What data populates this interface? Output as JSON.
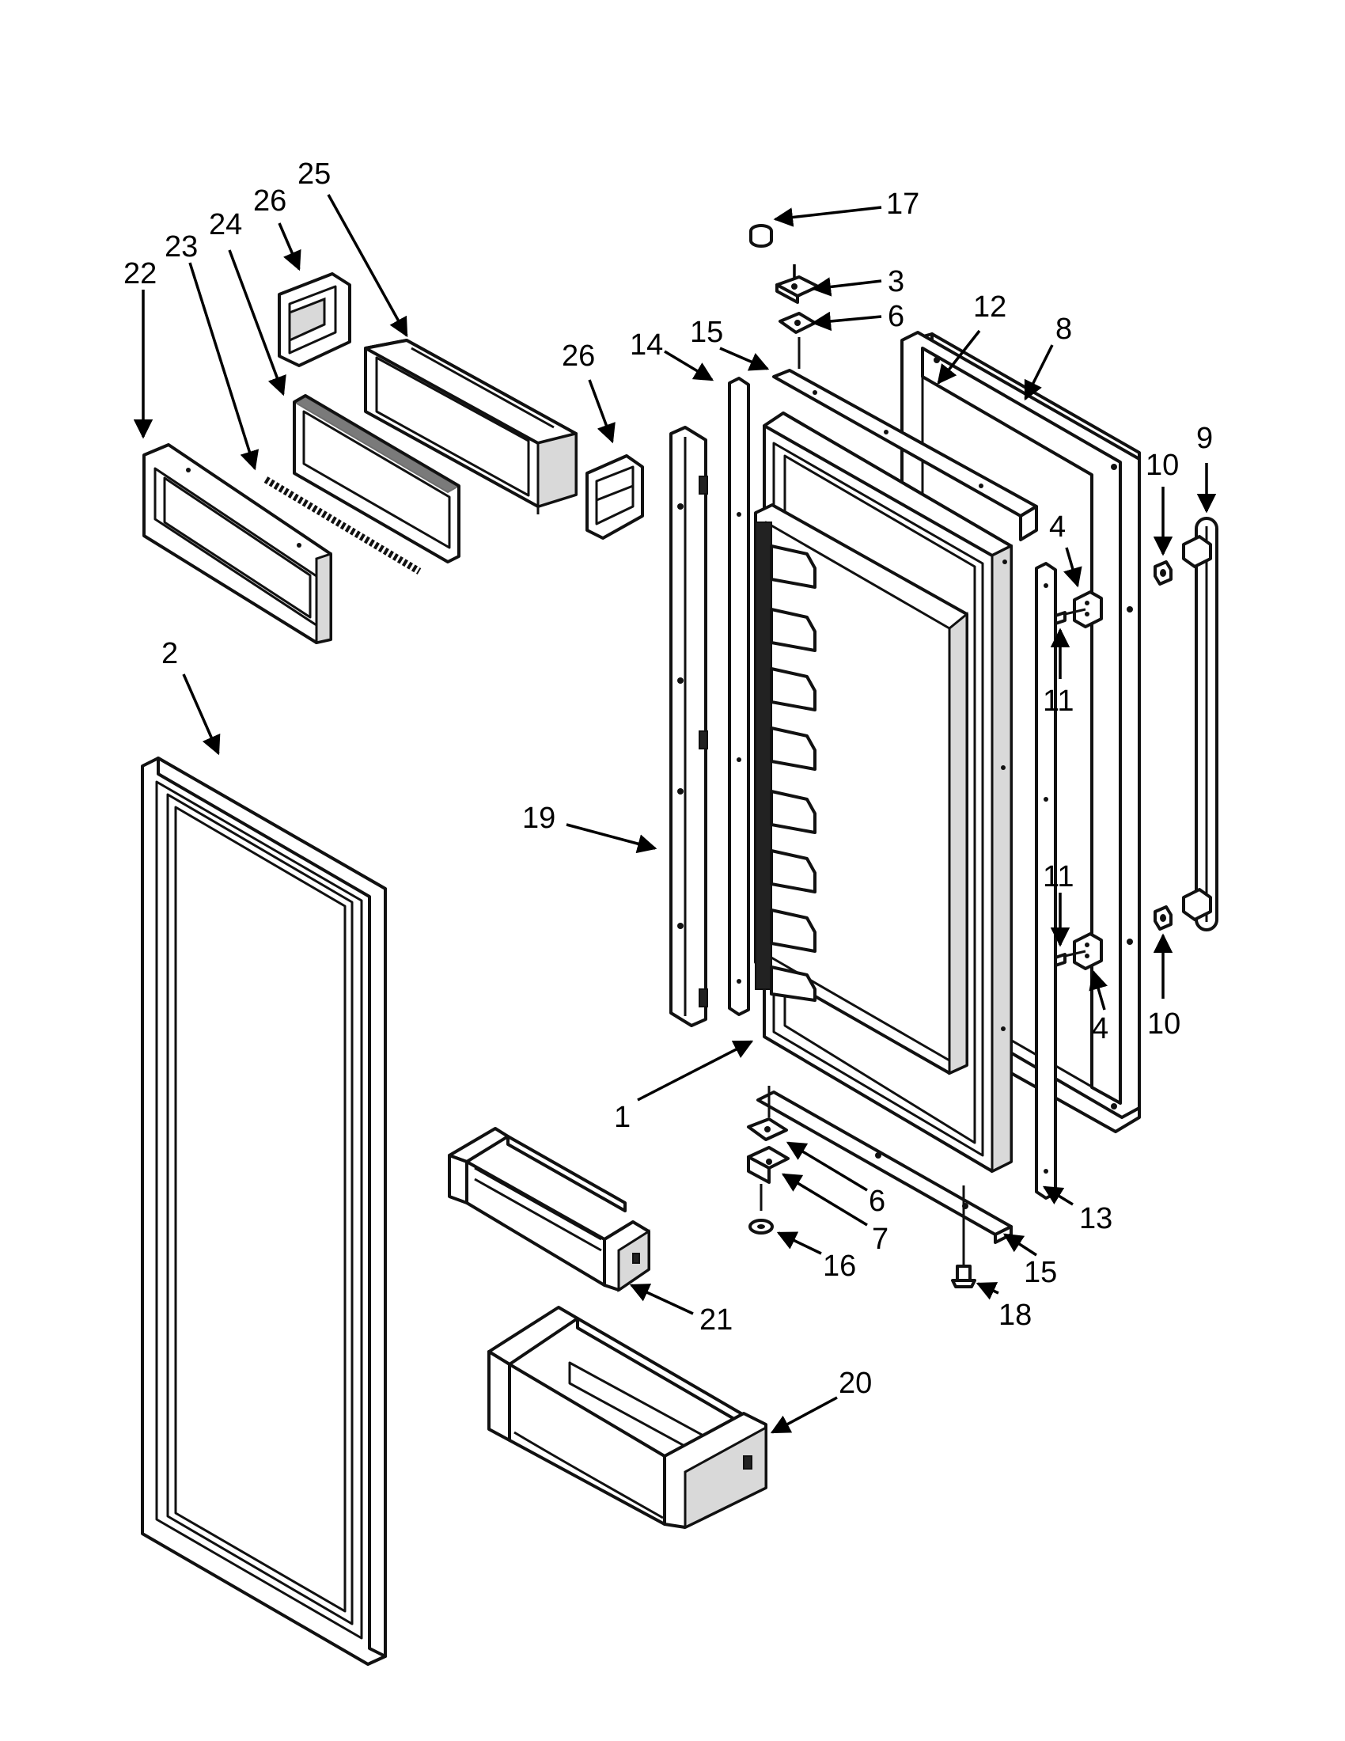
{
  "diagram": {
    "callouts": [
      {
        "id": "c17",
        "label": "17"
      },
      {
        "id": "c3",
        "label": "3"
      },
      {
        "id": "c6a",
        "label": "6"
      },
      {
        "id": "c12",
        "label": "12"
      },
      {
        "id": "c8",
        "label": "8"
      },
      {
        "id": "c14",
        "label": "14"
      },
      {
        "id": "c15a",
        "label": "15"
      },
      {
        "id": "c26a",
        "label": "26"
      },
      {
        "id": "c25",
        "label": "25"
      },
      {
        "id": "c26b",
        "label": "26"
      },
      {
        "id": "c24",
        "label": "24"
      },
      {
        "id": "c23",
        "label": "23"
      },
      {
        "id": "c22",
        "label": "22"
      },
      {
        "id": "c9",
        "label": "9"
      },
      {
        "id": "c10a",
        "label": "10"
      },
      {
        "id": "c4a",
        "label": "4"
      },
      {
        "id": "c11a",
        "label": "11"
      },
      {
        "id": "c2",
        "label": "2"
      },
      {
        "id": "c19",
        "label": "19"
      },
      {
        "id": "c11b",
        "label": "11"
      },
      {
        "id": "c4b",
        "label": "4"
      },
      {
        "id": "c10b",
        "label": "10"
      },
      {
        "id": "c1",
        "label": "1"
      },
      {
        "id": "c6b",
        "label": "6"
      },
      {
        "id": "c7",
        "label": "7"
      },
      {
        "id": "c13",
        "label": "13"
      },
      {
        "id": "c16",
        "label": "16"
      },
      {
        "id": "c15b",
        "label": "15"
      },
      {
        "id": "c18",
        "label": "18"
      },
      {
        "id": "c21",
        "label": "21"
      },
      {
        "id": "c20",
        "label": "20"
      }
    ]
  }
}
